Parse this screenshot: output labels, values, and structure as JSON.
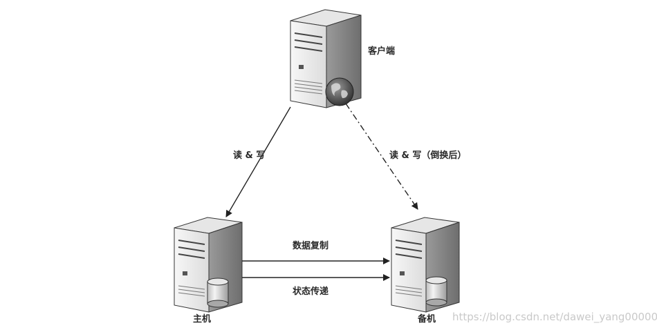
{
  "nodes": {
    "client": {
      "label": "客户端"
    },
    "primary": {
      "label": "主机"
    },
    "standby": {
      "label": "备机"
    }
  },
  "edges": {
    "client_to_primary": "读 & 写",
    "client_to_standby": "读 & 写（倒换后）",
    "data_replication": "数据复制",
    "state_transfer": "状态传递"
  },
  "watermark": "https://blog.csdn.net/dawei_yang000000"
}
